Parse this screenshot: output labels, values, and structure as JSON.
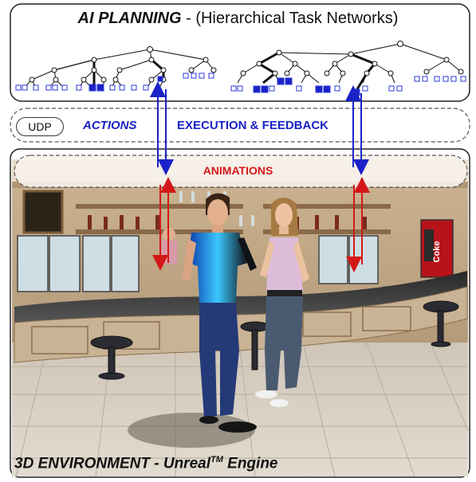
{
  "planning": {
    "title_bold": "AI PLANNING",
    "title_rest": " - (Hierarchical Task Networks)"
  },
  "communication": {
    "udp": "UDP",
    "actions": "ACTIONS",
    "execution_feedback": "EXECUTION & FEEDBACK"
  },
  "animations_label": "ANIMATIONS",
  "environment": {
    "title_main": "3D ENVIRONMENT - Unreal",
    "title_sup": "TM",
    "title_end": " Engine"
  },
  "scene_signs": {
    "coke": "Coke"
  },
  "colors": {
    "actions_blue": "#1a22c8",
    "animations_red": "#d41818",
    "tree_node_blue": "#2a3ad8"
  }
}
